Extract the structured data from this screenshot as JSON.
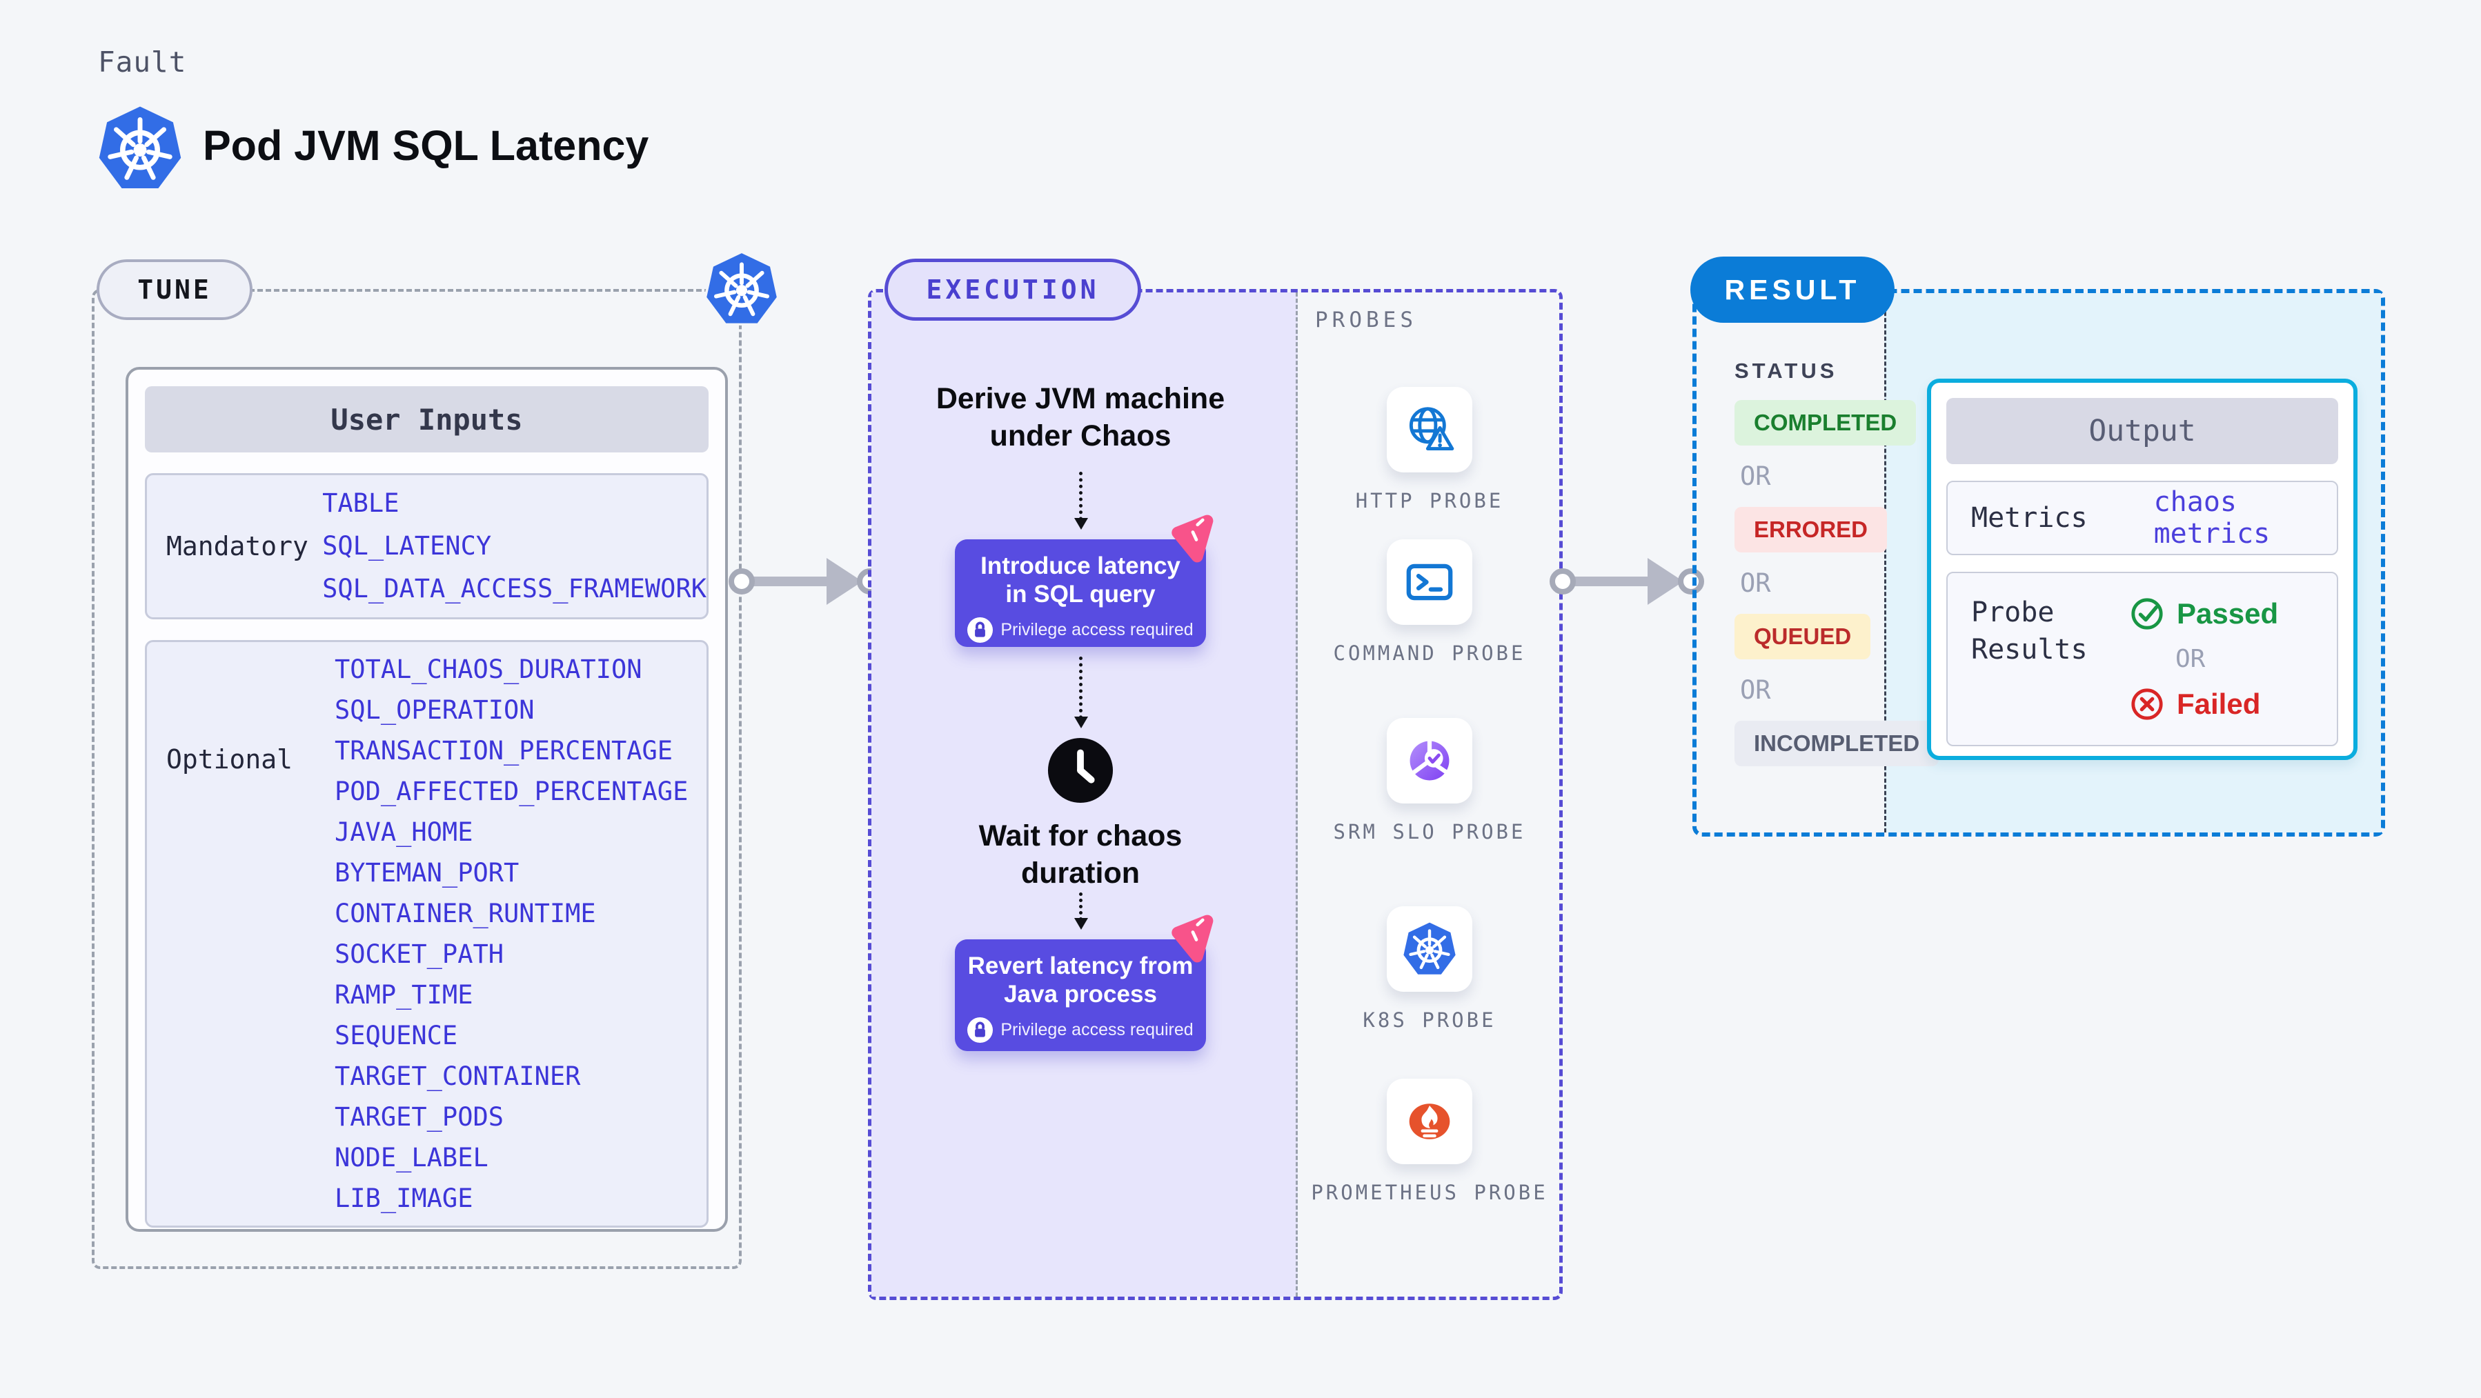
{
  "header": {
    "eyebrow": "Fault",
    "title": "Pod JVM SQL Latency"
  },
  "tune": {
    "badge": "TUNE",
    "table_title": "User Inputs",
    "groups": [
      {
        "label": "Mandatory",
        "params": [
          "TABLE",
          "SQL_LATENCY",
          "SQL_DATA_ACCESS_FRAMEWORK"
        ]
      },
      {
        "label": "Optional",
        "params": [
          "TOTAL_CHAOS_DURATION",
          "SQL_OPERATION",
          "TRANSACTION_PERCENTAGE",
          "POD_AFFECTED_PERCENTAGE",
          "JAVA_HOME",
          "BYTEMAN_PORT",
          "CONTAINER_RUNTIME",
          "SOCKET_PATH",
          "RAMP_TIME",
          "SEQUENCE",
          "TARGET_CONTAINER",
          "TARGET_PODS",
          "NODE_LABEL",
          "LIB_IMAGE"
        ]
      }
    ]
  },
  "execution": {
    "badge": "EXECUTION",
    "derive_label": "Derive JVM machine under Chaos",
    "card1": {
      "label": "Introduce latency in SQL query",
      "note": "Privilege access required"
    },
    "wait_label": "Wait for chaos duration",
    "card2": {
      "label": "Revert latency from Java process",
      "note": "Privilege access required"
    }
  },
  "probes": {
    "title": "PROBES",
    "items": [
      {
        "label": "HTTP PROBE",
        "icon": "http-probe-icon"
      },
      {
        "label": "COMMAND PROBE",
        "icon": "command-probe-icon"
      },
      {
        "label": "SRM SLO PROBE",
        "icon": "srm-slo-probe-icon"
      },
      {
        "label": "K8S PROBE",
        "icon": "k8s-probe-icon"
      },
      {
        "label": "PROMETHEUS PROBE",
        "icon": "prometheus-probe-icon"
      }
    ]
  },
  "result": {
    "badge": "RESULT",
    "status_title": "STATUS",
    "or_label": "OR",
    "statuses": [
      {
        "label": "COMPLETED",
        "fg": "#1a7f2e",
        "bg": "#dcf3dd"
      },
      {
        "label": "ERRORED",
        "fg": "#c62626",
        "bg": "#fce4e4"
      },
      {
        "label": "QUEUED",
        "fg": "#bb2b2b",
        "bg": "#fdf1cc"
      },
      {
        "label": "INCOMPLETED",
        "fg": "#575d71",
        "bg": "#e9ebf2"
      }
    ],
    "output": {
      "title": "Output",
      "metrics_label": "Metrics",
      "metrics_value": "chaos metrics",
      "probe_results_label": "Probe Results",
      "passed_label": "Passed",
      "or_label": "OR",
      "failed_label": "Failed"
    }
  },
  "colors": {
    "page_bg": "#f4f6f9",
    "param_value": "#3c35d9",
    "execution_accent": "#564cd4",
    "execution_fill": "#e7e5fc",
    "step_card_bg": "#584ce1",
    "chaos_pin_pink": "#f8538a",
    "probe_icon_blue": "#1377d4",
    "srm_purple": "#8347e6",
    "k8s_blue": "#326de6",
    "prometheus_orange": "#e6522c",
    "result_blue": "#0b7cd7",
    "output_border_cyan": "#0badde",
    "passed_green": "#189644",
    "failed_red": "#d92626"
  }
}
